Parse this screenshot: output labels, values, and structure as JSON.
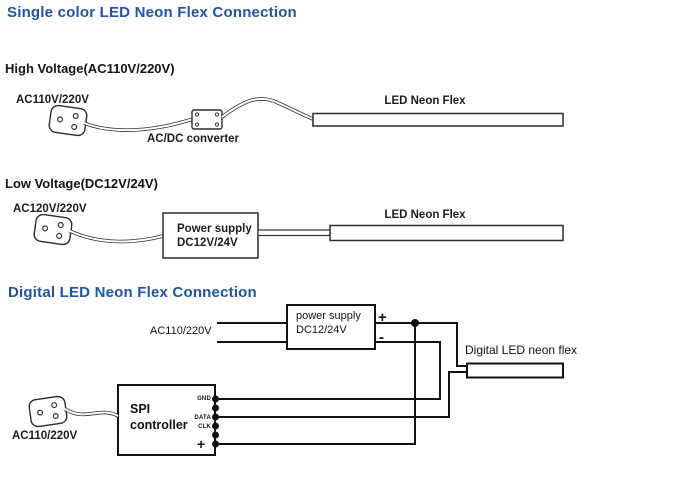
{
  "colors": {
    "title_blue": "#1f55a3",
    "single_color_line": "#333333",
    "digital_line": "#111111",
    "background": "#ffffff"
  },
  "single_color": {
    "title": "Single color LED Neon Flex Connection",
    "high_voltage": {
      "heading": "High Voltage(AC110V/220V)",
      "plug_label": "AC110V/220V",
      "converter_label": "AC/DC converter",
      "flex_label": "LED Neon Flex"
    },
    "low_voltage": {
      "heading": "Low Voltage(DC12V/24V)",
      "plug_label": "AC120V/220V",
      "power_supply": {
        "line1": "Power supply",
        "line2": "DC12V/24V"
      },
      "flex_label": "LED Neon Flex"
    }
  },
  "digital": {
    "title": "Digital LED Neon Flex Connection",
    "ac_input_label": "AC110/220V",
    "power_supply": {
      "line1": "power supply",
      "line2": "DC12/24V",
      "plus": "+",
      "minus": "-"
    },
    "flex_label": "Digital LED neon flex",
    "spi_controller": {
      "line1": "SPI",
      "line2": "controller"
    },
    "terminals": {
      "gnd": "GND",
      "data": "DATA",
      "clk": "CLK",
      "plus": "+"
    },
    "plug_label": "AC110/220V"
  }
}
